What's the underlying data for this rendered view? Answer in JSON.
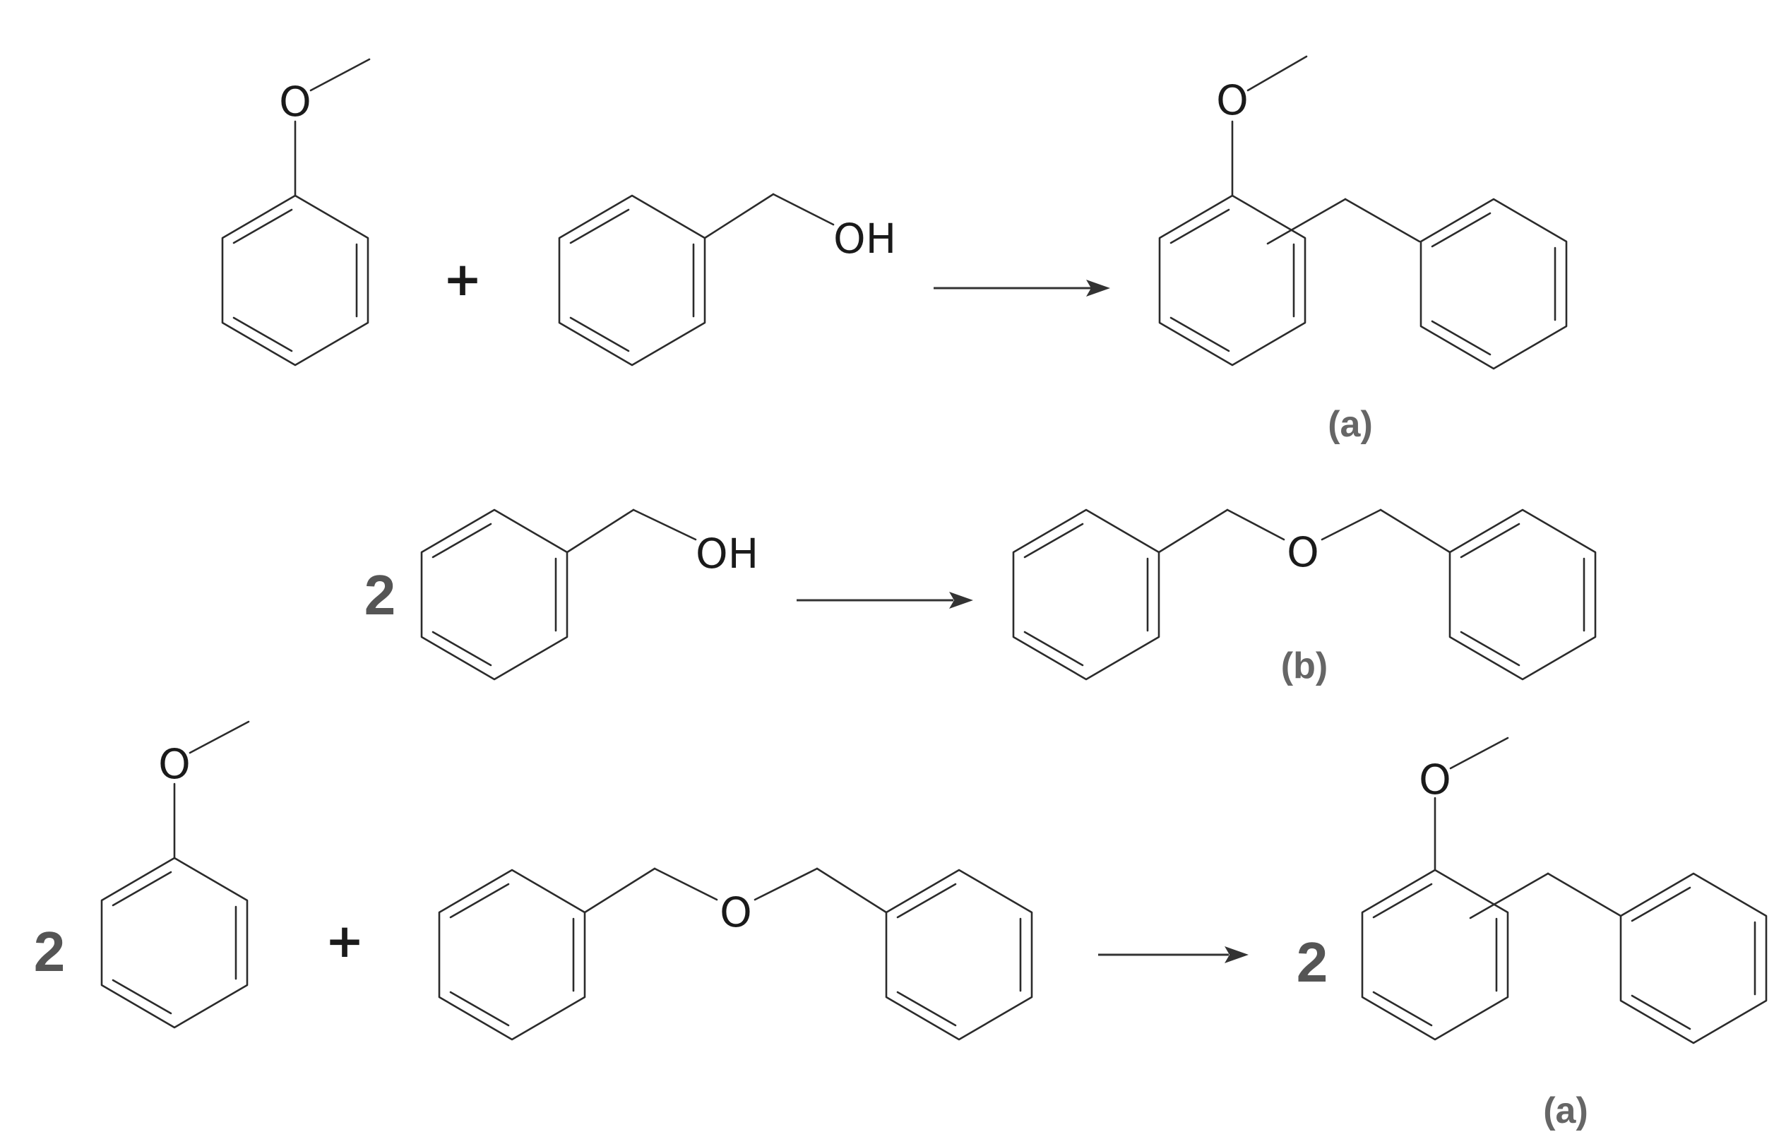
{
  "reactions": [
    {
      "reactants": [
        {
          "coefficient": "",
          "atoms": [
            "O"
          ]
        },
        {
          "coefficient": "",
          "atoms": [
            "OH"
          ]
        }
      ],
      "operator": "+",
      "products": [
        {
          "coefficient": "",
          "atoms": [
            "O"
          ],
          "label": "(a)"
        }
      ]
    },
    {
      "reactants": [
        {
          "coefficient": "2",
          "atoms": [
            "OH"
          ]
        }
      ],
      "products": [
        {
          "coefficient": "",
          "atoms": [
            "O"
          ],
          "label": "(b)"
        }
      ]
    },
    {
      "reactants": [
        {
          "coefficient": "2",
          "atoms": [
            "O"
          ]
        },
        {
          "coefficient": "",
          "atoms": [
            "O"
          ]
        }
      ],
      "operator": "+",
      "products": [
        {
          "coefficient": "2",
          "atoms": [
            "O"
          ],
          "label": "(a)"
        }
      ]
    }
  ]
}
